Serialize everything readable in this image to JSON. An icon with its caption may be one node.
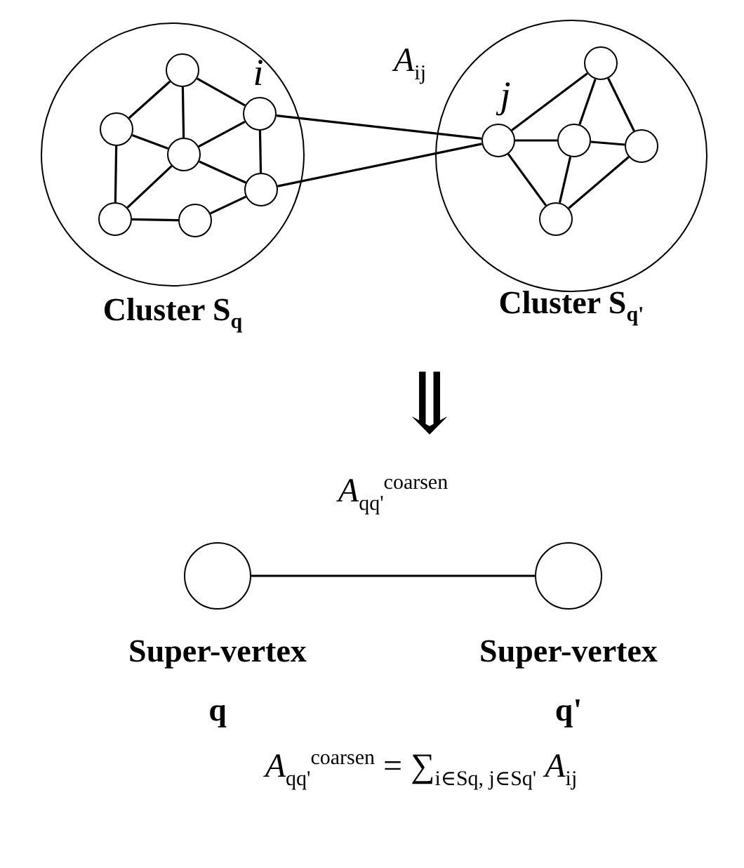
{
  "diagram": {
    "nodes": [
      {
        "text": [
          "Cluster S$_{q}$"
        ]
      },
      {
        "text": [],
        "shape": "circle",
        "in": 0
      },
      {
        "text": [],
        "shape": "circle",
        "in": 0
      },
      {
        "text": [],
        "shape": "circle",
        "in": 0
      },
      {
        "text": [],
        "shape": "circle",
        "in": 0
      },
      {
        "text": [],
        "shape": "circle",
        "in": 0
      },
      {
        "text": [],
        "shape": "circle",
        "in": 0
      },
      {
        "text": [],
        "shape": "circle",
        "in": 0
      },
      {
        "text": [
          "Cluster S$_{q'}$"
        ]
      },
      {
        "text": [],
        "shape": "circle",
        "in": 8
      },
      {
        "text": [],
        "shape": "circle",
        "in": 8
      },
      {
        "text": [],
        "shape": "circle",
        "in": 8
      },
      {
        "text": [],
        "shape": "circle",
        "in": 8
      },
      {
        "text": [],
        "shape": "circle",
        "in": 8
      },
      {
        "text": [
          "Super-vertex q"
        ]
      },
      {
        "text": [
          "Super-vertex q'"
        ]
      }
    ],
    "edges": [
      {
        "from": 1,
        "to": 2,
        "arrow": "none"
      },
      {
        "from": 1,
        "to": 3,
        "arrow": "none"
      },
      {
        "from": 1,
        "to": 4,
        "arrow": "none"
      },
      {
        "from": 2,
        "to": 3,
        "arrow": "none"
      },
      {
        "from": 2,
        "to": 6,
        "arrow": "none"
      },
      {
        "from": 3,
        "to": 4,
        "arrow": "none"
      },
      {
        "from": 3,
        "to": 5,
        "arrow": "none"
      },
      {
        "from": 3,
        "to": 6,
        "arrow": "none"
      },
      {
        "from": 4,
        "to": 5,
        "arrow": "none"
      },
      {
        "from": 6,
        "to": 7,
        "arrow": "none"
      },
      {
        "from": 7,
        "to": 5,
        "arrow": "none"
      },
      {
        "from": 9,
        "to": 10,
        "arrow": "none"
      },
      {
        "from": 9,
        "to": 11,
        "arrow": "none"
      },
      {
        "from": 9,
        "to": 13,
        "arrow": "none"
      },
      {
        "from": 10,
        "to": 11,
        "arrow": "none"
      },
      {
        "from": 10,
        "to": 12,
        "arrow": "none"
      },
      {
        "from": 11,
        "to": 12,
        "arrow": "none"
      },
      {
        "from": 11,
        "to": 13,
        "arrow": "none"
      },
      {
        "from": 13,
        "to": 12,
        "arrow": "none"
      },
      {
        "from": 4,
        "to": 9,
        "arrow": "none"
      },
      {
        "from": 5,
        "to": 9,
        "arrow": "none"
      },
      {
        "from": 14,
        "to": 15,
        "arrow": "none",
        "label": "*A*$_{qq'}$$^{coarsen}$"
      }
    ],
    "labels": [
      "*i*",
      "*A*$_{ij}$",
      "*j*",
      "⇓",
      "*A*$_{qq'}$$^{coarsen}$ = ∑$_{i∈Sq, j∈Sq'}$ *A*$_{ij}$"
    ]
  }
}
